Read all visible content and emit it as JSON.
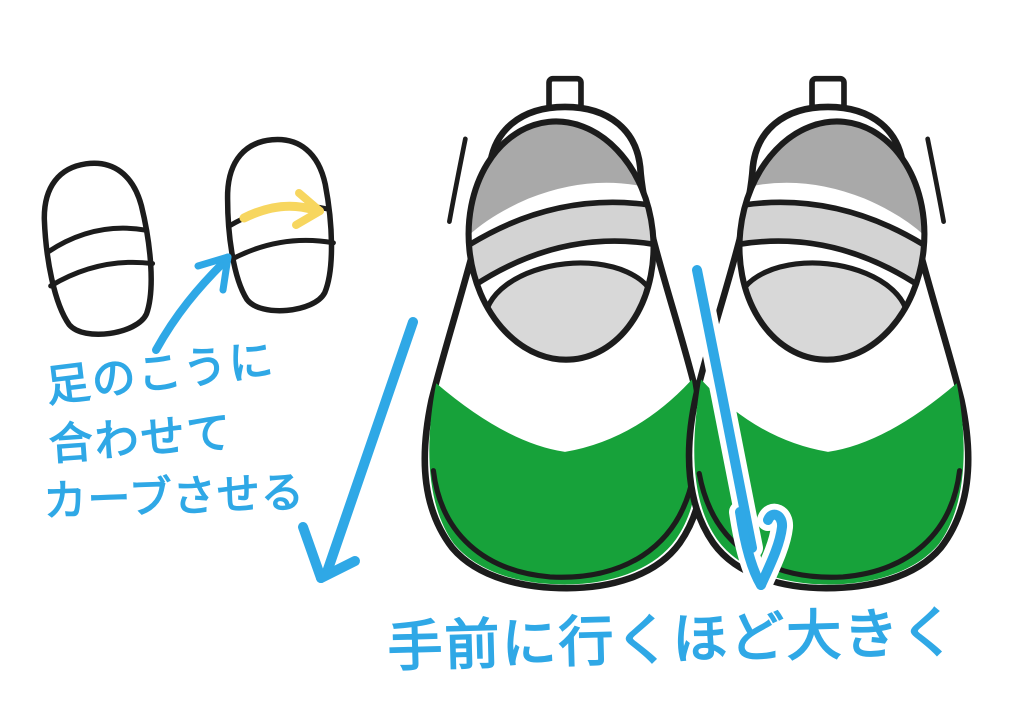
{
  "annotations": {
    "curve_note_line1": "足のこうに",
    "curve_note_line2": "合わせて",
    "curve_note_line3": "カーブさせる",
    "size_note": "手前に行くほど大きく"
  },
  "colors": {
    "annotation_blue": "#2FA8E6",
    "arrow_yellow": "#F7D65F",
    "toe_cap_green": "#17A23A",
    "shoe_inner_dark_gray": "#A9A9A9",
    "strap_band_gray": "#D3D3D3",
    "insole_gray": "#D8D8D8",
    "ink_outline": "#1C1C1C",
    "background": "#FFFFFF"
  }
}
